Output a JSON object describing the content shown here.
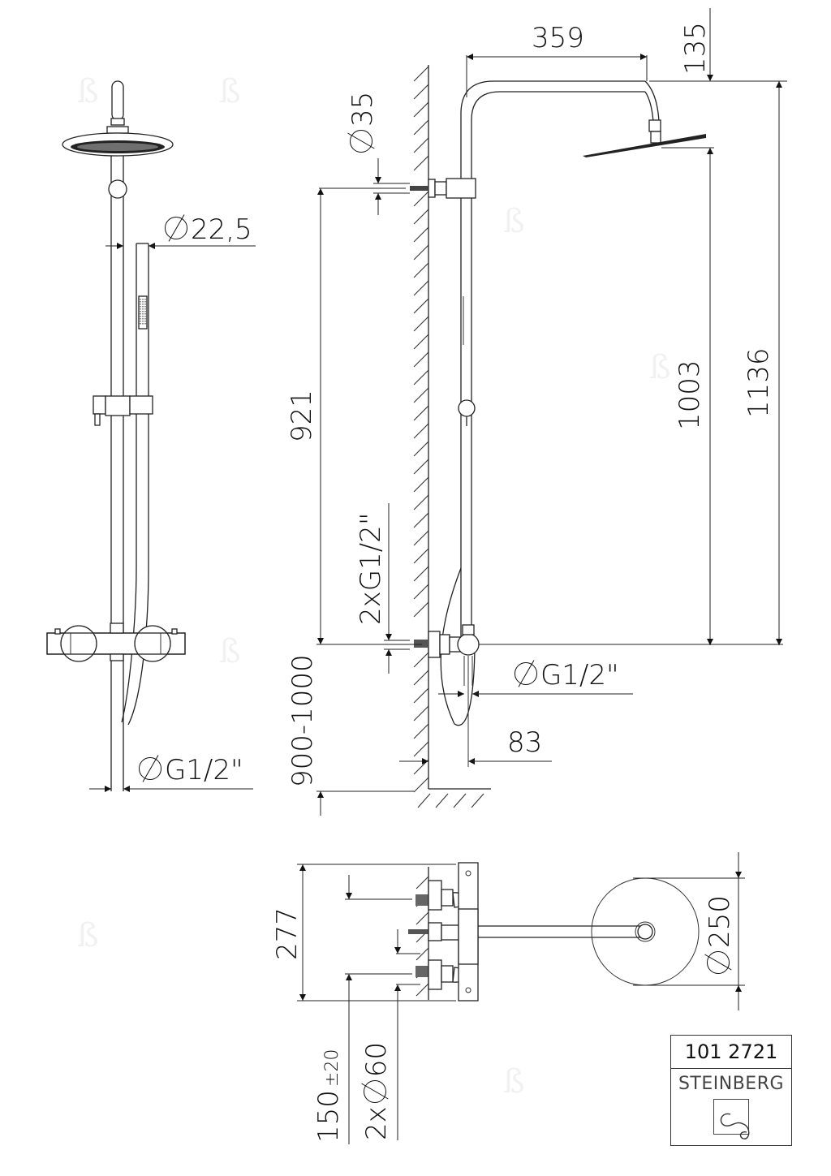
{
  "drawing": {
    "title_block": {
      "article_number": "101 2721",
      "brand": "STEINBERG",
      "logo_icon": "steinberg-logo-icon"
    },
    "front_view": {
      "labels": {
        "rail_diameter": "22,5",
        "inlet_diameter": "G1/2\""
      }
    },
    "side_view": {
      "labels": {
        "wall_bracket_diameter": "35",
        "arm_projection": "359",
        "head_drop": "135",
        "bracket_height": "921",
        "head_height_from_inlet": "1003",
        "total_height": "1136",
        "inlet_thread": "2xG1/2\"",
        "hose_outlet_diameter": "G1/2\"",
        "wall_offset": "83",
        "mounting_height": "900-1000"
      }
    },
    "top_view": {
      "labels": {
        "mixer_height": "277",
        "inlet_spacing": "150",
        "inlet_tolerance": "±20",
        "escutcheon": "2x",
        "escutcheon_diameter": "60",
        "head_diameter": "250"
      }
    },
    "colors": {
      "line": "#222222",
      "background": "#ffffff"
    }
  }
}
